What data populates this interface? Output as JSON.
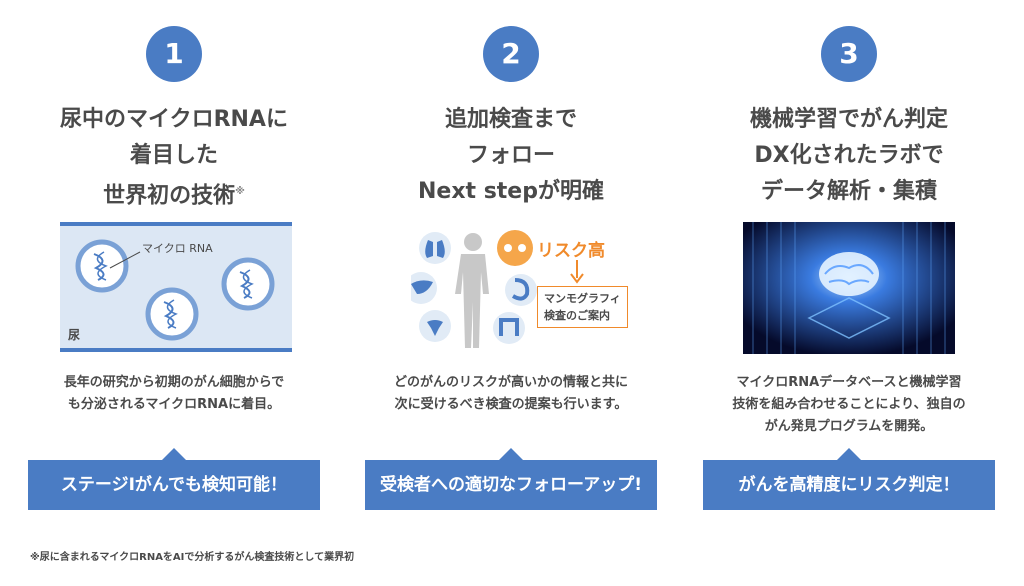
{
  "steps": [
    {
      "number": "1",
      "title_lines": [
        "尿中のマイクロRNAに",
        "着目した",
        "世界初の技術"
      ],
      "title_mark": "※",
      "illustration": {
        "mirna_label": "マイクロ RNA",
        "urine_label": "尿"
      },
      "desc_lines": [
        "長年の研究から初期のがん細胞からで",
        "も分泌されるマイクロRNAに着目。"
      ],
      "banner": "ステージⅠがんでも検知可能！"
    },
    {
      "number": "2",
      "title_lines": [
        "追加検査まで",
        "フォロー",
        "Next stepが明確"
      ],
      "illustration": {
        "risk_label": "リスク高",
        "mammo_lines": [
          "マンモグラフィ",
          "検査のご案内"
        ]
      },
      "desc_lines": [
        "どのがんのリスクが高いかの情報と共に",
        "次に受けるべき検査の提案も行います。"
      ],
      "banner": "受検者への適切なフォローアップ!"
    },
    {
      "number": "3",
      "title_lines": [
        "機械学習でがん判定",
        "DX化されたラボで",
        "データ解析・集積"
      ],
      "desc_lines": [
        "マイクロRNAデータベースと機械学習",
        "技術を組み合わせることにより、独自の",
        "がん発見プログラムを開発。"
      ],
      "banner": "がんを高精度にリスク判定！"
    }
  ],
  "footnote": "※尿に含まれるマイクロRNAをAIで分析するがん検査技術として業界初",
  "colors": {
    "accent": "#4a7cc4",
    "risk": "#f08a2b",
    "text": "#4a4a4a"
  }
}
